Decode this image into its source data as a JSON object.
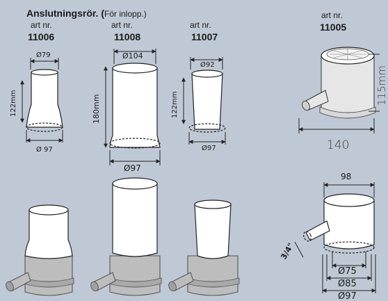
{
  "header": {
    "title": "Anslutningsrör. (",
    "subtitle": "För inlopp.)"
  },
  "articles": [
    {
      "label": "art nr.",
      "number": "11006",
      "top_dia": "Ø79",
      "height": "122mm",
      "bottom_dia": "Ø 97"
    },
    {
      "label": "art nr.",
      "number": "11008",
      "top_dia": "Ø104",
      "height": "180mm",
      "bottom_dia": "Ø97"
    },
    {
      "label": "art nr.",
      "number": "11007",
      "top_dia": "Ø92",
      "height": "122mm",
      "bottom_dia": "Ø97"
    },
    {
      "label": "art nr.",
      "number": "11005",
      "height": "115mm",
      "width": "140"
    }
  ],
  "detail": {
    "width": "98",
    "inlet": "3/4\"",
    "dia_inner": "Ø75",
    "dia_mid": "Ø85",
    "dia_outer": "Ø97"
  },
  "colors": {
    "background": "#bfc9d6",
    "pipe": "#ffffff",
    "base": "#bdbdbd"
  }
}
